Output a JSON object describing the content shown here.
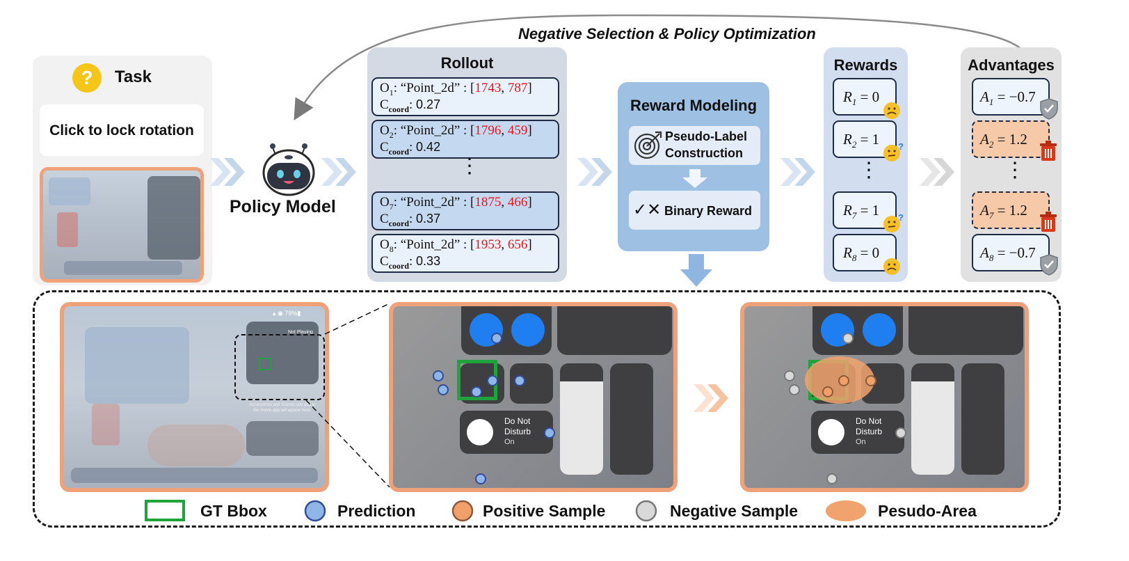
{
  "header": {
    "title": "Negative Selection & Policy Optimization"
  },
  "task": {
    "title": "Task",
    "instruction": "Click to lock rotation"
  },
  "policy": {
    "label": "Policy Model"
  },
  "rollout": {
    "title": "Rollout",
    "items": [
      {
        "idx": "1",
        "key": "“Point_2d”",
        "x": "1743",
        "y": "787",
        "conf": "0.27",
        "highlight": false
      },
      {
        "idx": "2",
        "key": "“Point_2d”",
        "x": "1796",
        "y": "459",
        "conf": "0.42",
        "highlight": true
      },
      {
        "idx": "7",
        "key": "“Point_2d”",
        "x": "1875",
        "y": "466",
        "conf": "0.37",
        "highlight": true
      },
      {
        "idx": "8",
        "key": "“Point_2d”",
        "x": "1953",
        "y": "656",
        "conf": "0.33",
        "highlight": false
      }
    ],
    "coord_label": "coord"
  },
  "reward_modeling": {
    "title": "Reward Modeling",
    "step1": "Pseudo-Label\nConstruction",
    "step1_line1": "Pseudo-Label",
    "step1_line2": "Construction",
    "step2": "Binary Reward",
    "check": "✓✕"
  },
  "rewards": {
    "title": "Rewards",
    "items": [
      {
        "sub": "1",
        "value": "0",
        "face": "sad"
      },
      {
        "sub": "2",
        "value": "1",
        "face": "confused"
      },
      {
        "sub": "7",
        "value": "1",
        "face": "confused"
      },
      {
        "sub": "8",
        "value": "0",
        "face": "sad"
      }
    ]
  },
  "advantages": {
    "title": "Advantages",
    "items": [
      {
        "sub": "1",
        "value": "−0.7",
        "icon": "shield",
        "negative": false
      },
      {
        "sub": "2",
        "value": "1.2",
        "icon": "trash",
        "negative": true
      },
      {
        "sub": "7",
        "value": "1.2",
        "icon": "trash",
        "negative": true
      },
      {
        "sub": "8",
        "value": "−0.7",
        "icon": "shield",
        "negative": false
      }
    ]
  },
  "screens": {
    "status": "▴ ◉ 79%▮",
    "now_playing": "Not Playing",
    "dnd_line1": "Do Not",
    "dnd_line2": "Disturb",
    "dnd_line3": "On",
    "home_caption": "Accessories and Scenes you add in the Home app will appear here."
  },
  "legend": {
    "gt_bbox": "GT Bbox",
    "prediction": "Prediction",
    "positive": "Positive Sample",
    "negative": "Negative Sample",
    "pseudo_area": "Pesudo-Area"
  },
  "colors": {
    "prediction": "#8fb6e6",
    "positive": "#f2a06a",
    "negative": "#d9d9d9",
    "gt": "#1fa33c",
    "pseudo": "#f1a36d",
    "orange_frame": "#efa27a"
  }
}
